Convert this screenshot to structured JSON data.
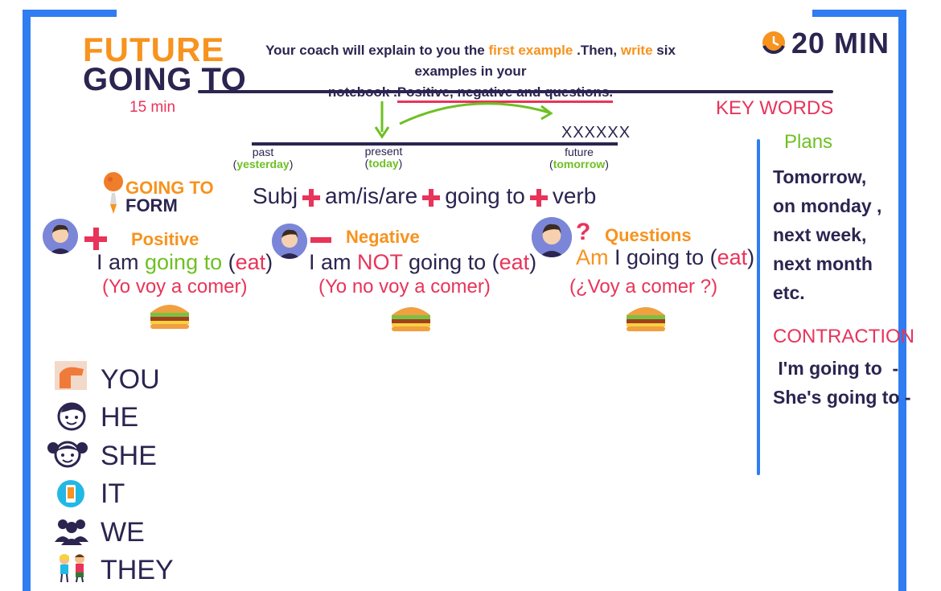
{
  "header": {
    "title_line1": "FUTURE",
    "title_line2": "GOING TO",
    "time_label": "15 min",
    "timer": "20 MIN"
  },
  "instructions": {
    "part1": "Your coach will explain to you the ",
    "first_example": "first example",
    "part2": " .Then, ",
    "write": "write",
    "part3": " six examples in your",
    "part4": "notebook  .",
    "underlined": "Positive, negative and questions."
  },
  "keywords": {
    "heading": "KEY WORDS",
    "plans_label": "Plans",
    "items": [
      "Tomorrow,",
      "on monday ,",
      "next week,",
      "next month",
      "etc."
    ],
    "contraction_label": "CONTRACTION",
    "contractions": [
      " I'm going to  -",
      "She's going to -"
    ]
  },
  "timeline": {
    "marker": "XXXXXX",
    "points": [
      {
        "label": "past",
        "sub": "yesterday"
      },
      {
        "label": "present",
        "sub": "today"
      },
      {
        "label": "future",
        "sub": "tomorrow"
      }
    ]
  },
  "form": {
    "label_line1": "GOING TO",
    "label_line2": "FORM",
    "parts": [
      "Subj",
      "am/is/are",
      "going to",
      "verb"
    ]
  },
  "sections": {
    "positive": {
      "title": "Positive",
      "ex_a": "I am ",
      "ex_b": "going to",
      "ex_c": " (",
      "ex_d": "eat",
      "ex_e": ")",
      "translation": "(Yo voy a comer)"
    },
    "negative": {
      "title": "Negative",
      "ex_a": "I am ",
      "ex_b": "NOT",
      "ex_c": " going to (",
      "ex_d": "eat",
      "ex_e": ")",
      "translation": "(Yo no voy a comer)"
    },
    "questions": {
      "title": "Questions",
      "sign": "?",
      "ex_a": "Am",
      "ex_b": " I going to (",
      "ex_c": "eat",
      "ex_d": ")",
      "translation": "(¿Voy a comer ?)"
    }
  },
  "pronouns": [
    "YOU",
    "HE",
    "SHE",
    "IT",
    "WE",
    "THEY"
  ],
  "colors": {
    "frame": "#2f7df0",
    "navy": "#2b2550",
    "orange": "#f7931e",
    "pink": "#e8345a",
    "green": "#6ec022"
  }
}
